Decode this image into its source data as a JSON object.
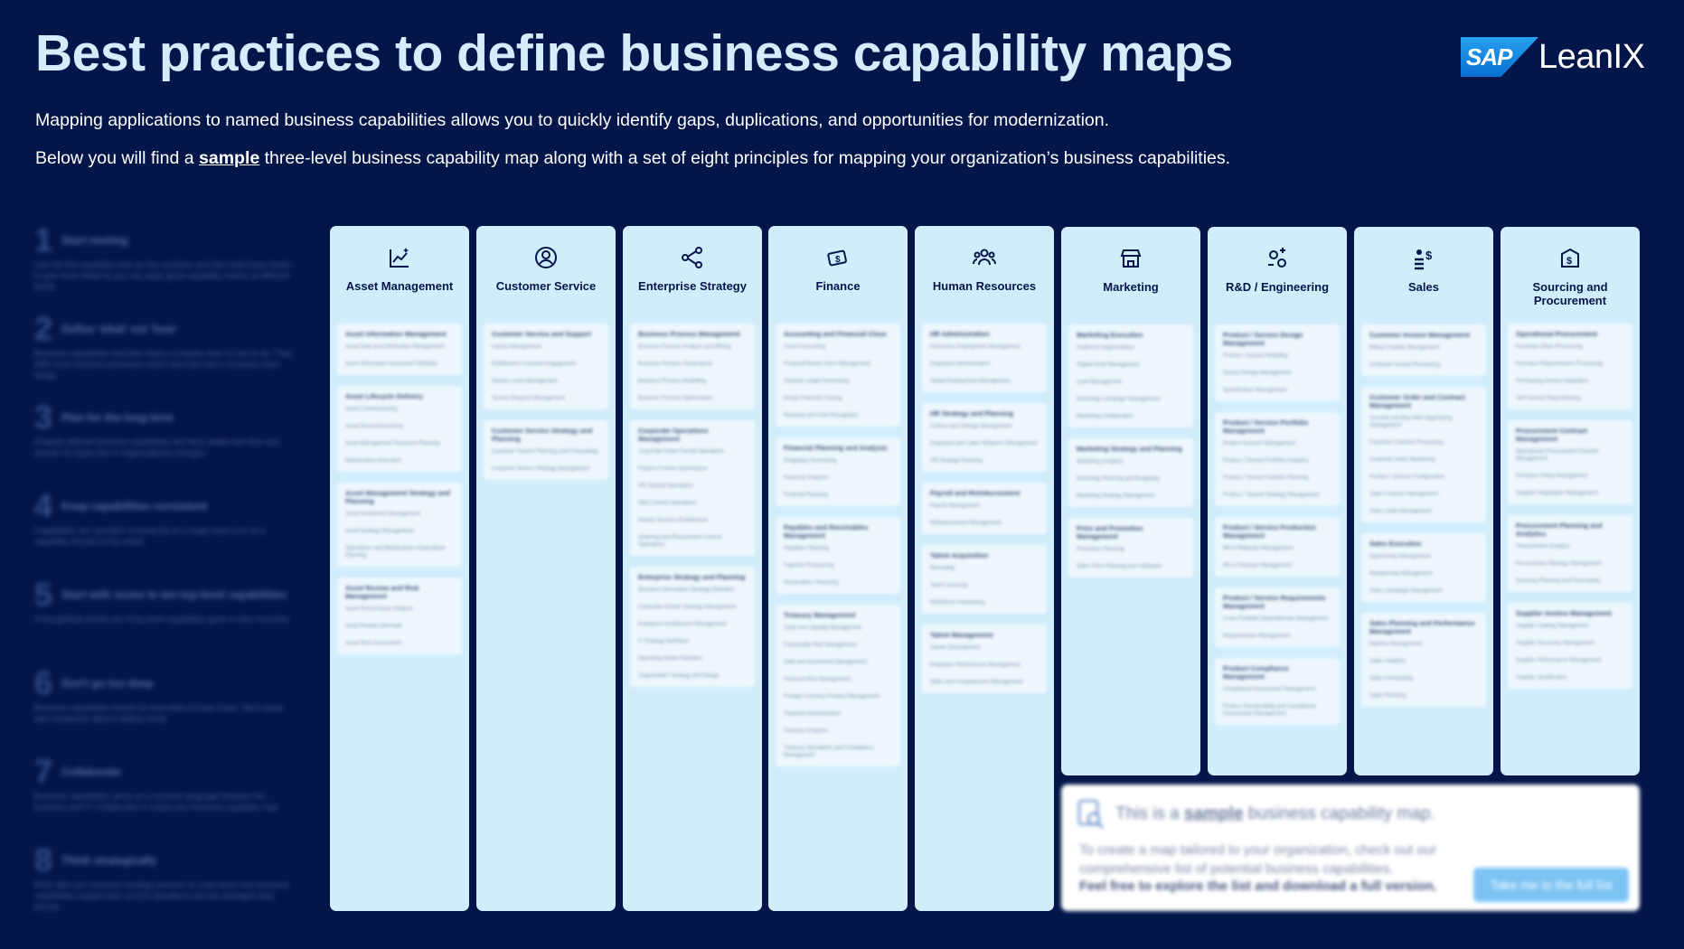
{
  "header": {
    "title": "Best practices to define business capability maps",
    "logo_sap": "SAP",
    "logo_product": "LeanIX"
  },
  "intro": {
    "line1": "Mapping applications to named business capabilities allows you to quickly identify gaps, duplications, and opportunities for modernization.",
    "line2_before": "Below you will find a ",
    "line2_link": "sample",
    "line2_after": " three-level business capability map along with a set of eight principles for mapping your organization’s business capabilities."
  },
  "principles": [
    {
      "num": "1",
      "title": "Start nesting",
      "body": "Use the first capability level as the container and then build lower levels to give more detail so you can apply good capability metrics at different levels."
    },
    {
      "num": "2",
      "title": "Define 'what' not 'how'",
      "body": "Business capabilities describe what a company does or has to do. They differ from business processes which describe how a company does things."
    },
    {
      "num": "3",
      "title": "Plan for the long term",
      "body": "Properly defined business capabilities are fairly stable over time and should not ripple due to organizational changes."
    },
    {
      "num": "4",
      "title": "Keep capabilities consistent",
      "body": "Capabilities are specified consistently at a single level such as a capability should not be mixed."
    },
    {
      "num": "5",
      "title": "Start with seven to ten top-level capabilities",
      "body": "A thoughtfully limited set of top level capabilities gives a clear overview."
    },
    {
      "num": "6",
      "title": "Don't go too deep",
      "body": "Business capabilities should be described at three levels. More levels add complexity without adding clarity."
    },
    {
      "num": "7",
      "title": "Collaborate",
      "body": "Business capabilities serve as a common language between the business and IT. Collaborate to create your business capability map."
    },
    {
      "num": "8",
      "title": "Think strategically",
      "body": "Work with your business strategy partners to understand how business capabilities support their current operations and the strategies they pursue."
    }
  ],
  "columns": [
    {
      "title": "Asset Management",
      "icon": "chart-sparkle-icon",
      "cards": [
        {
          "h": "Asset Information Management",
          "items": [
            "Asset Data and Information Management",
            "Asset Information Document Definition"
          ]
        },
        {
          "h": "Asset Lifecycle Delivery",
          "items": [
            "Asset Commissioning",
            "Asset Decommissioning",
            "Asset Management Resource Planning",
            "Maintenance Execution"
          ]
        },
        {
          "h": "Asset Management Strategy and Planning",
          "items": [
            "Asset Investment Management",
            "Asset Strategy Management",
            "Operations and Maintenance Expenditure Planning"
          ]
        },
        {
          "h": "Asset Review and Risk Management",
          "items": [
            "Asset Performance Analysis",
            "Asset Review and Audit",
            "Asset Risk Assessment"
          ]
        }
      ]
    },
    {
      "title": "Customer Service",
      "icon": "user-circle-icon",
      "cards": [
        {
          "h": "Customer Service and Support",
          "items": [
            "Inquiry Management",
            "Entitlement Customer Engagement",
            "Service Level Management",
            "Service Request Management"
          ]
        },
        {
          "h": "Customer Service Strategy and Planning",
          "items": [
            "Customer Service Planning and Forecasting",
            "Customer Service Strategy Management"
          ]
        }
      ]
    },
    {
      "title": "Enterprise Strategy",
      "icon": "share-nodes-icon",
      "cards": [
        {
          "h": "Business Process Management",
          "items": [
            "Business Process Analysis and Mining",
            "Business Process Governance",
            "Business Process Modelling",
            "Business Process Optimization"
          ]
        },
        {
          "h": "Corporate Operations Management",
          "items": [
            "Corporate Order Format Operations",
            "Finance Format Governance",
            "HR Central Operations",
            "M&A Central Operations",
            "Market Services Enablement",
            "Ordering and Procurement Central Operations"
          ]
        },
        {
          "h": "Enterprise Strategy and Planning",
          "items": [
            "Business Information Strategy Definition",
            "Corporate Growth Strategy Management",
            "Enterprise Architecture Management",
            "IT Strategy Definition",
            "Operating Model Definition",
            "Organization Strategy and Design"
          ]
        }
      ]
    },
    {
      "title": "Finance",
      "icon": "money-icon",
      "cards": [
        {
          "h": "Accounting and Financial Close",
          "items": [
            "Asset Accounting",
            "Financial Books Close Management",
            "General Ledger Accounting",
            "Group Financial Closing",
            "Revenue and Cost Recognition"
          ]
        },
        {
          "h": "Financial Planning and Analysis",
          "items": [
            "Budgetary Accounting",
            "Financial Analytics",
            "Financial Planning"
          ]
        },
        {
          "h": "Payables and Receivables Management",
          "items": [
            "Payables Planning",
            "Payment Processing",
            "Receivables Financing"
          ]
        },
        {
          "h": "Treasury Management",
          "items": [
            "Cash and Liquidity Management",
            "Commodity Risk Management",
            "Debt and Investment Management",
            "Financial Risk Management",
            "Foreign Currency Position Management",
            "Payment Administration",
            "Treasury Analytics",
            "Treasury Operations and Compliance Management"
          ]
        }
      ]
    },
    {
      "title": "Human Resources",
      "icon": "people-group-icon",
      "cards": [
        {
          "h": "HR Administration",
          "items": [
            "Instruction Employment Management",
            "Employee Administration",
            "Global Employment Management"
          ]
        },
        {
          "h": "HR Strategy and Planning",
          "items": [
            "Culture and Change Management",
            "Employee and Labor Relations Management",
            "HR Strategy Planning"
          ]
        },
        {
          "h": "Payroll and Reimbursement",
          "items": [
            "Payroll Management",
            "Reimbursement Management"
          ]
        },
        {
          "h": "Talent Acquisition",
          "items": [
            "Recruiting",
            "Talent Sourcing",
            "Workforce Onboarding"
          ]
        },
        {
          "h": "Talent Management",
          "items": [
            "Career Development",
            "Employee Performance Management",
            "Skills and Competencies Management"
          ]
        }
      ]
    },
    {
      "title": "Marketing",
      "icon": "storefront-icon",
      "cards": [
        {
          "h": "Marketing Execution",
          "items": [
            "Audience Segmentation",
            "Digital Asset Management",
            "Lead Management",
            "Marketing Campaign Management",
            "Marketing Collaboration"
          ]
        },
        {
          "h": "Marketing Strategy and Planning",
          "items": [
            "Marketing Analytics",
            "Marketing Planning and Budgeting",
            "Marketing Strategy Management"
          ]
        },
        {
          "h": "Price and Promotion Management",
          "items": [
            "Promotion Planning",
            "Sales Price Planning and Validation"
          ]
        }
      ]
    },
    {
      "title": "R&D / Engineering",
      "icon": "gears-icon",
      "cards": [
        {
          "h": "Product / Service Design Management",
          "items": [
            "Product / Service Modeling",
            "Source Design Management",
            "Specification Management"
          ]
        },
        {
          "h": "Product / Service Portfolio Management",
          "items": [
            "Product Account Management",
            "Product / Service Portfolio Analytics",
            "Product / Service Portfolio Planning",
            "Product / Service Strategy Management"
          ]
        },
        {
          "h": "Product / Service Production Management",
          "items": [
            "Bill of Materials Management",
            "Bill of Services Management"
          ]
        },
        {
          "h": "Product / Service Requirements Management",
          "items": [
            "Cross-Portfolio Dependencies Management",
            "Requirements Management"
          ]
        },
        {
          "h": "Product Compliance Management",
          "items": [
            "Compliance Assessment Management",
            "Product Sustainability and Compliance Assessment Management"
          ]
        }
      ]
    },
    {
      "title": "Sales",
      "icon": "people-dollar-icon",
      "cards": [
        {
          "h": "Customer Invoice Management",
          "items": [
            "Billing Creation Management",
            "Customer Invoice Processing"
          ]
        },
        {
          "h": "Customer Order and Contract Management",
          "items": [
            "Account and Buy Side Opportunity Management",
            "Customer Contract Processing",
            "Customer Order Monitoring",
            "Product / Service Configuration",
            "Sales Contract Management",
            "Sales Order Management"
          ]
        },
        {
          "h": "Sales Execution",
          "items": [
            "Opportunity Management",
            "Relationship Management",
            "Sales Campaign Management"
          ]
        },
        {
          "h": "Sales Planning and Performance Management",
          "items": [
            "Pipeline Management",
            "Sales Analytics",
            "Sales Forecasting",
            "Sales Planning"
          ]
        }
      ]
    },
    {
      "title": "Sourcing and Procurement",
      "icon": "hand-dollar-icon",
      "cards": [
        {
          "h": "Operational Procurement",
          "items": [
            "Purchase Order Processing",
            "Purchase Requirements Processing",
            "Purchasing Invoice Integration",
            "Self-Service Requisitioning"
          ]
        },
        {
          "h": "Procurement Contract Management",
          "items": [
            "Operational Procurement Contract Management",
            "Purchase Policy Management",
            "Supplier Negotiation Management"
          ]
        },
        {
          "h": "Procurement Planning and Analytics",
          "items": [
            "Procurement Analytics",
            "Procurement Strategy Management",
            "Sourcing Planning and Forecasting"
          ]
        },
        {
          "h": "Supplier Invoice Management",
          "items": [
            "Supplier Catalog Management",
            "Supplier Discovery Management",
            "Supplier Performance Management",
            "Supplier Qualification"
          ]
        }
      ]
    }
  ],
  "sample_box": {
    "headline_before": "This is a ",
    "headline_link": "sample",
    "headline_after": " business capability map.",
    "text1": "To create a map tailored to your organization, check out our comprehensive list of potential business capabilities.",
    "text2": "Feel free to explore the list and download a full version.",
    "button": "Take me to the full list"
  }
}
